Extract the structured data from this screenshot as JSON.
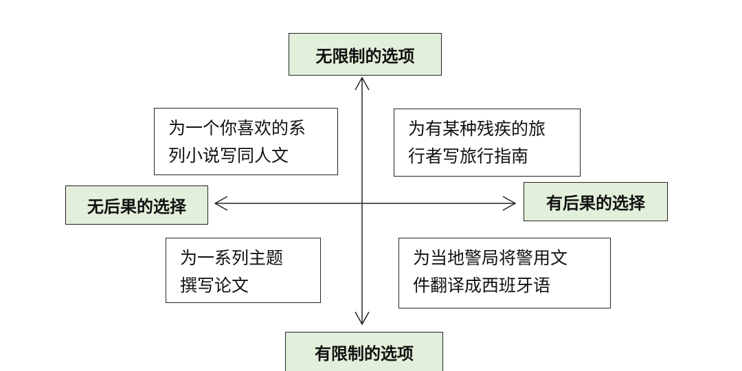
{
  "axes": {
    "vertical_top": "无限制的选项",
    "vertical_bottom": "有限制的选项",
    "horizontal_left": "无后果的选择",
    "horizontal_right": "有后果的选择"
  },
  "colors": {
    "label_fill": "#e2efda",
    "border": "#222222",
    "line": "#222222"
  },
  "quadrants": {
    "top_left": {
      "line1": "为一个你喜欢的系",
      "line2": "列小说写同人文"
    },
    "top_right": {
      "line1": "为有某种残疾的旅",
      "line2": "行者写旅行指南"
    },
    "bottom_left": {
      "line1": "为一系列主题",
      "line2": "撰写论文"
    },
    "bottom_right": {
      "line1": "为当地警局将警用文",
      "line2": "件翻译成西班牙语"
    }
  }
}
